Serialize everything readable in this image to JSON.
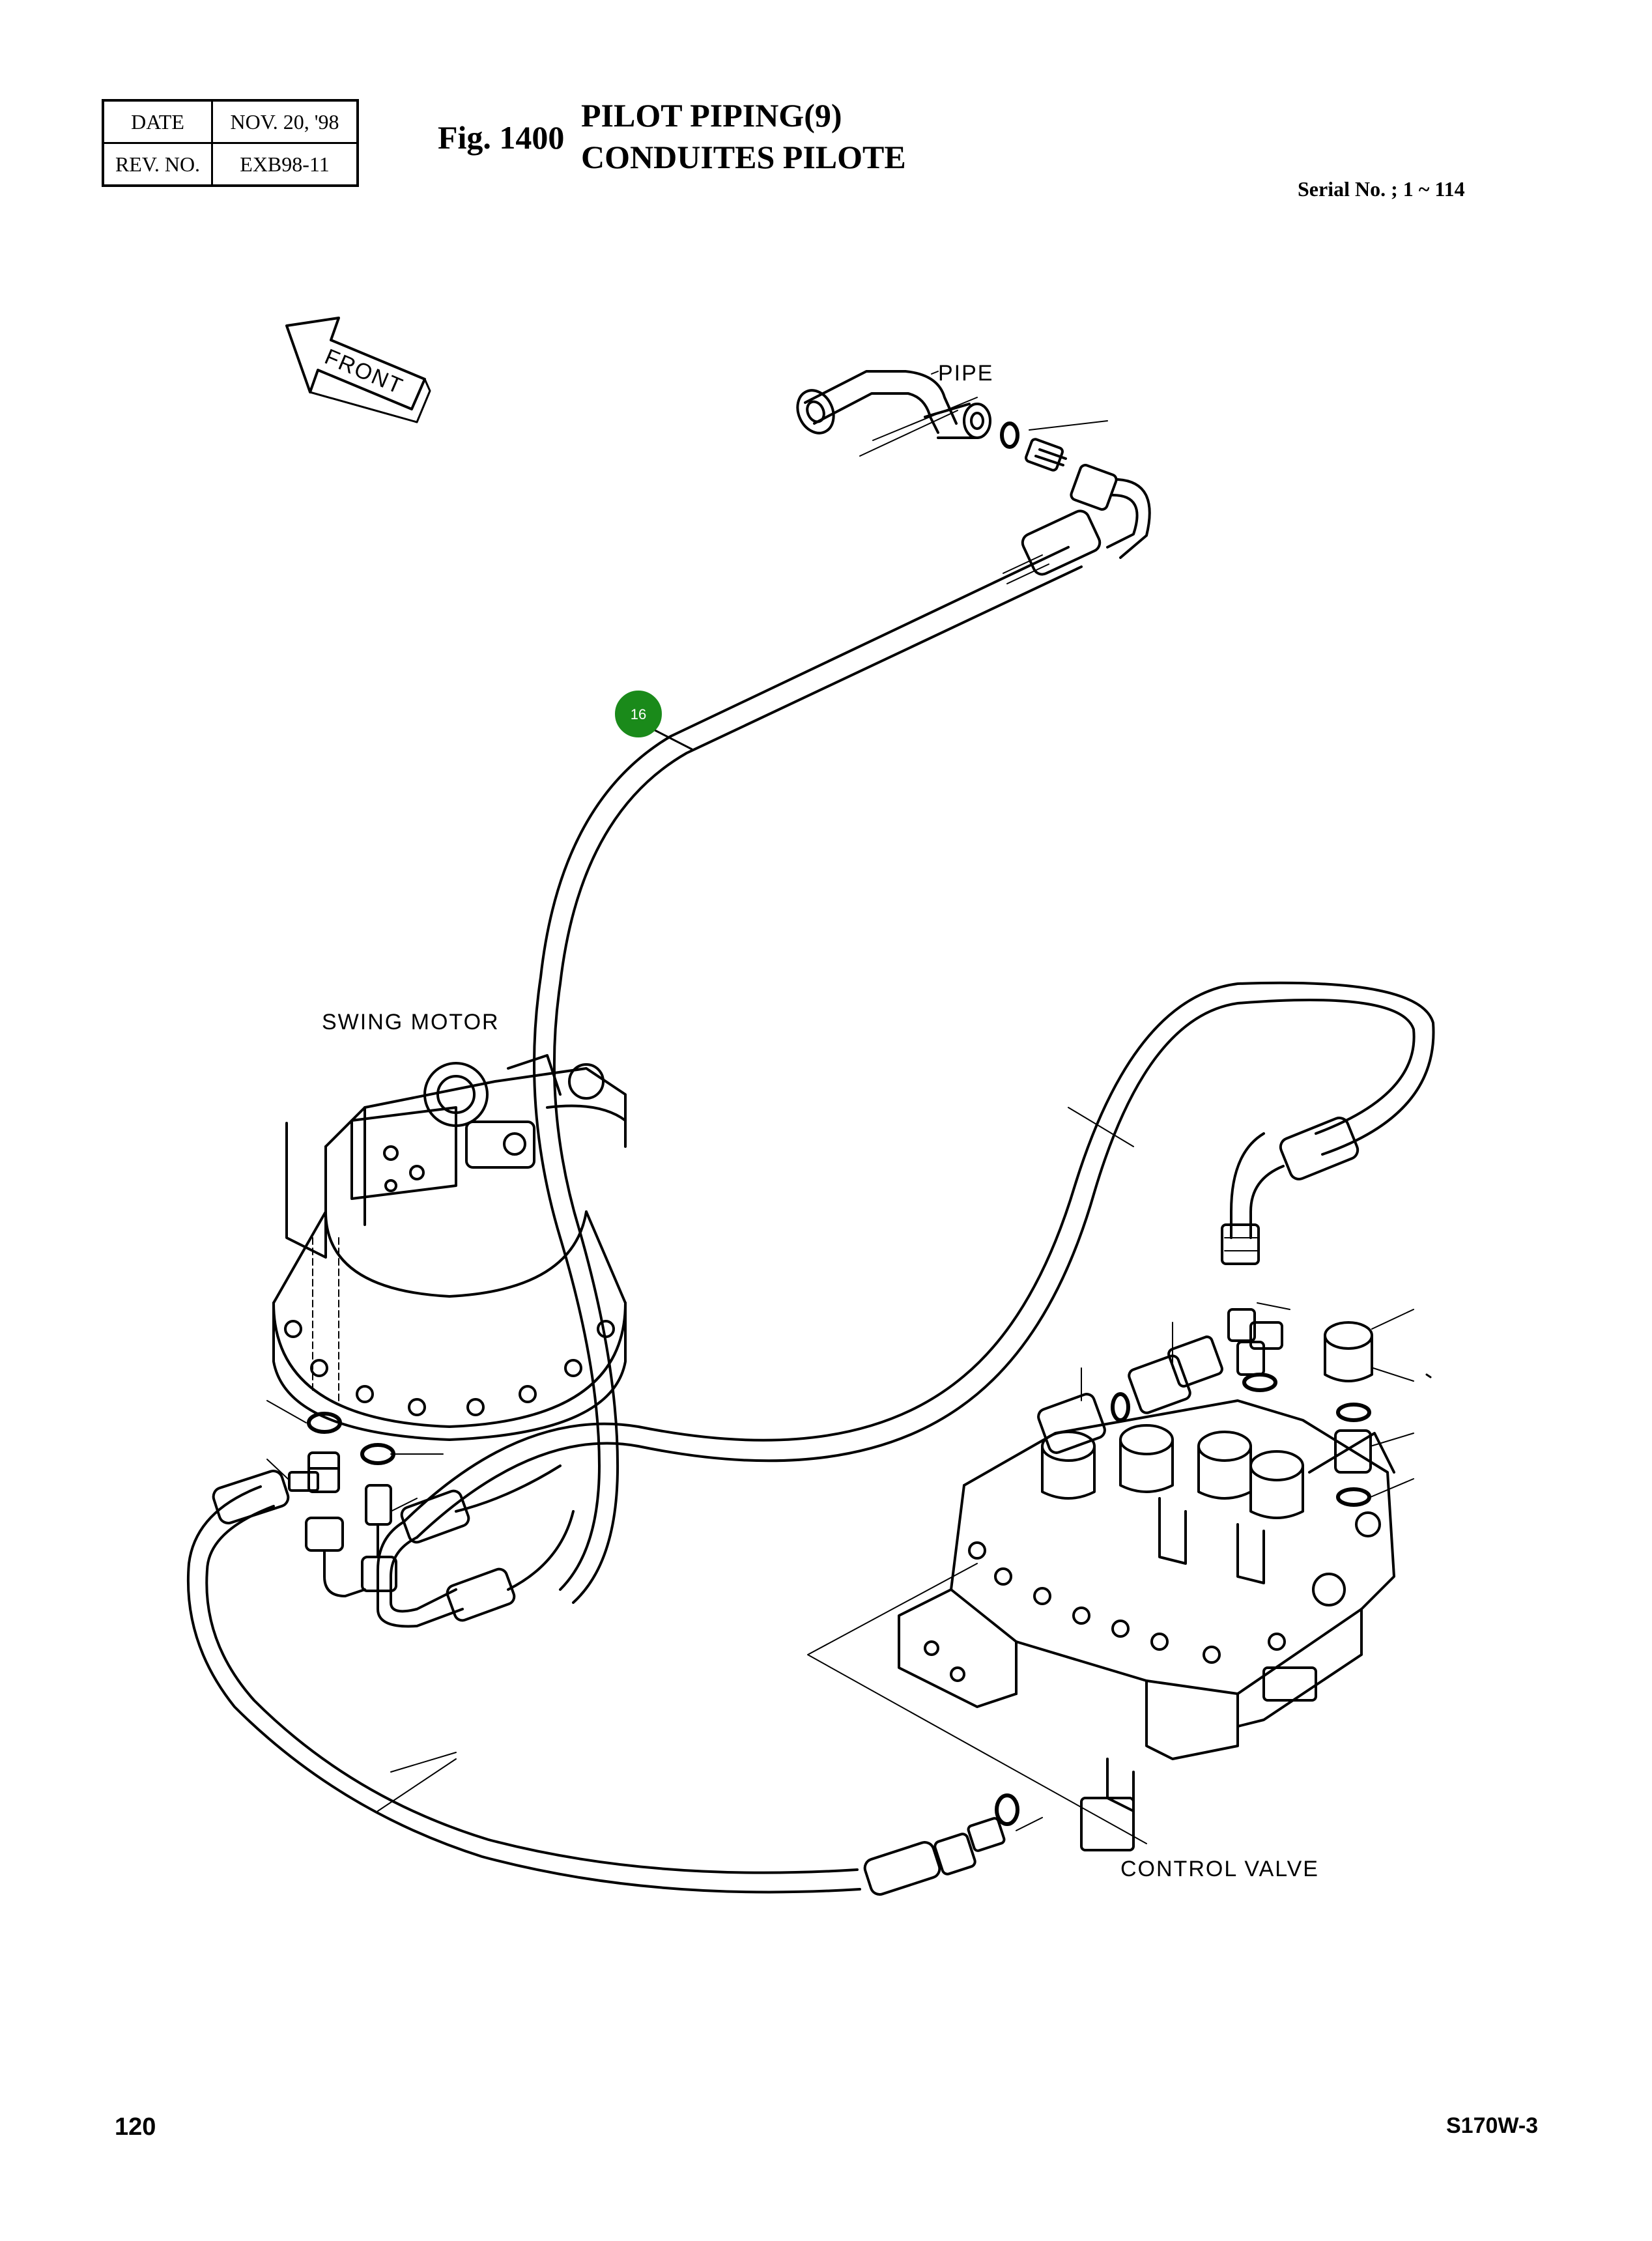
{
  "header": {
    "date_label": "DATE",
    "date_value": "NOV. 20, '98",
    "rev_label": "REV. NO.",
    "rev_value": "EXB98-11",
    "fig_number": "Fig. 1400",
    "title_en": "PILOT PIPING(9)",
    "title_fr": "CONDUITES PILOTE",
    "serial": "Serial No. ; 1 ~ 114"
  },
  "diagram": {
    "front_label": "FRONT",
    "pipe_label": "PIPE",
    "swing_motor_label": "SWING MOTOR",
    "control_valve_label": "CONTROL VALVE",
    "callout": "16",
    "callout_color": "#1a8a1a"
  },
  "footer": {
    "page_number": "120",
    "model_code": "S170W-3"
  }
}
